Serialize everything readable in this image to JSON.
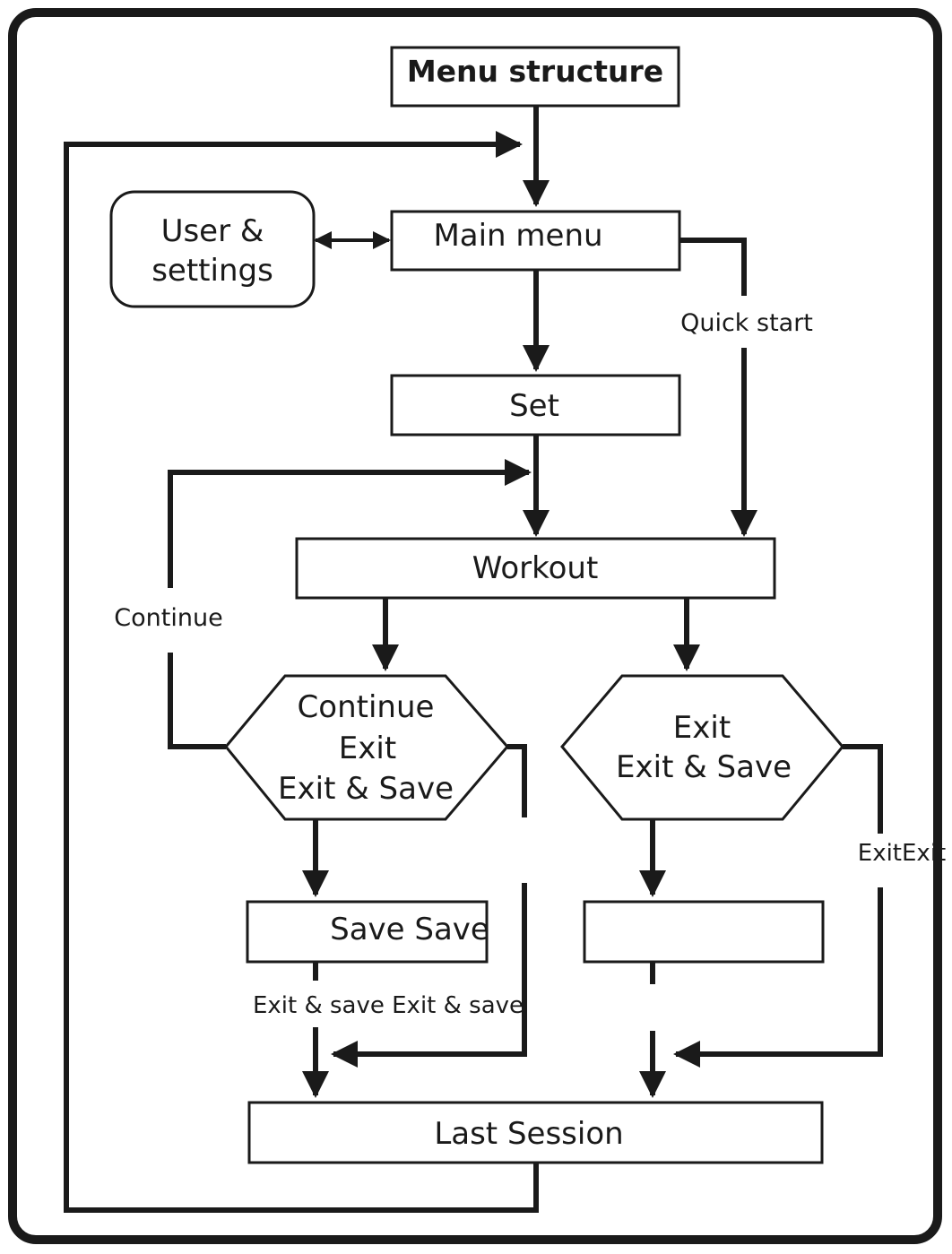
{
  "title": "Menu structure",
  "nodes": {
    "main_menu": "Main menu",
    "user_settings": [
      "User &",
      "settings"
    ],
    "set": "Set",
    "workout": "Workout",
    "decision_left": [
      "Continue",
      "Exit",
      "Exit & Save"
    ],
    "decision_right": [
      "Exit",
      "Exit & Save"
    ],
    "save": "Save Save",
    "exit_box": "",
    "last_session": "Last Session"
  },
  "edge_labels": {
    "quick_start": "Quick start",
    "continue": "Continue",
    "exit_and_save": "Exit & save Exit & save",
    "exit": "ExitExit"
  }
}
